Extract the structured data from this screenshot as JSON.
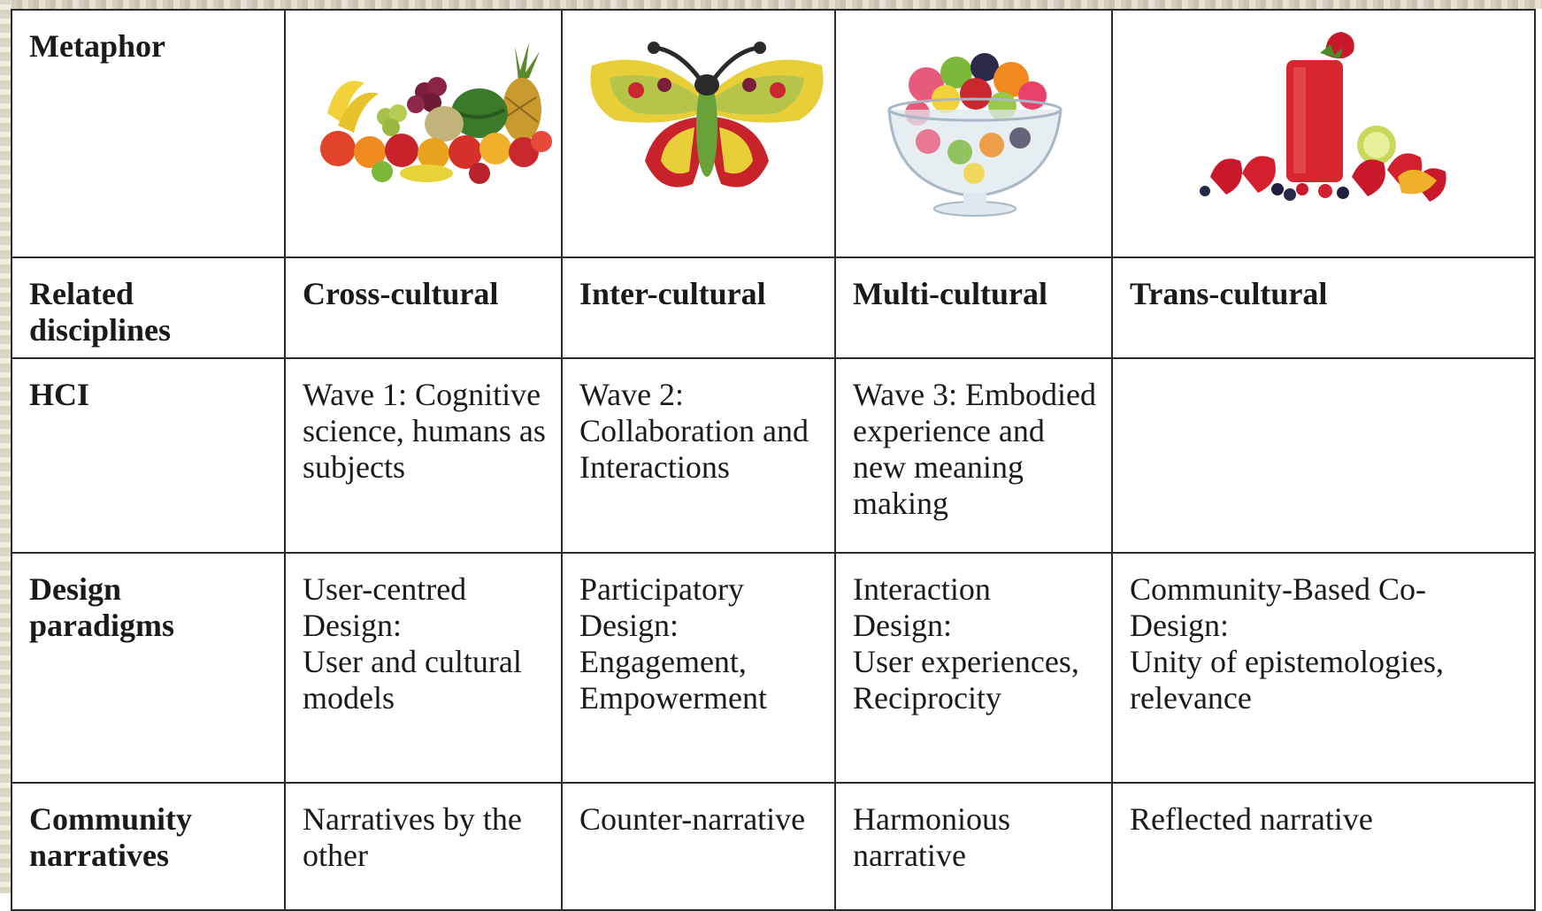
{
  "table": {
    "row_headers": [
      "Metaphor",
      "Related disciplines",
      "HCI",
      "Design paradigms",
      "Community narratives"
    ],
    "metaphor_images": [
      "mixed-fruit-pile-image",
      "fruit-butterfly-image",
      "fruit-salad-bowl-image",
      "fruit-smoothie-image"
    ],
    "columns": [
      {
        "discipline": "Cross-cultural",
        "hci": "Wave 1: Cognitive science, humans as subjects",
        "design": "User-centred Design:\nUser and cultural models",
        "narrative": "Narratives by the other"
      },
      {
        "discipline": "Inter-cultural",
        "hci": "Wave 2: Collaboration and Interactions",
        "design": "Participatory Design:\nEngagement, Empowerment",
        "narrative": "Counter-narrative"
      },
      {
        "discipline": "Multi-cultural",
        "hci": "Wave 3: Embodied experience and new meaning making",
        "design": "Interaction Design:\nUser experiences, Reciprocity",
        "narrative": "Harmonious narrative"
      },
      {
        "discipline": "Trans-cultural",
        "hci": "",
        "design": "Community-Based Co-Design:\nUnity of epistemologies, relevance",
        "narrative": "Reflected narrative"
      }
    ]
  },
  "colors": {
    "border": "#2b2b2b",
    "text": "#1a1a1a",
    "background": "#ffffff"
  }
}
